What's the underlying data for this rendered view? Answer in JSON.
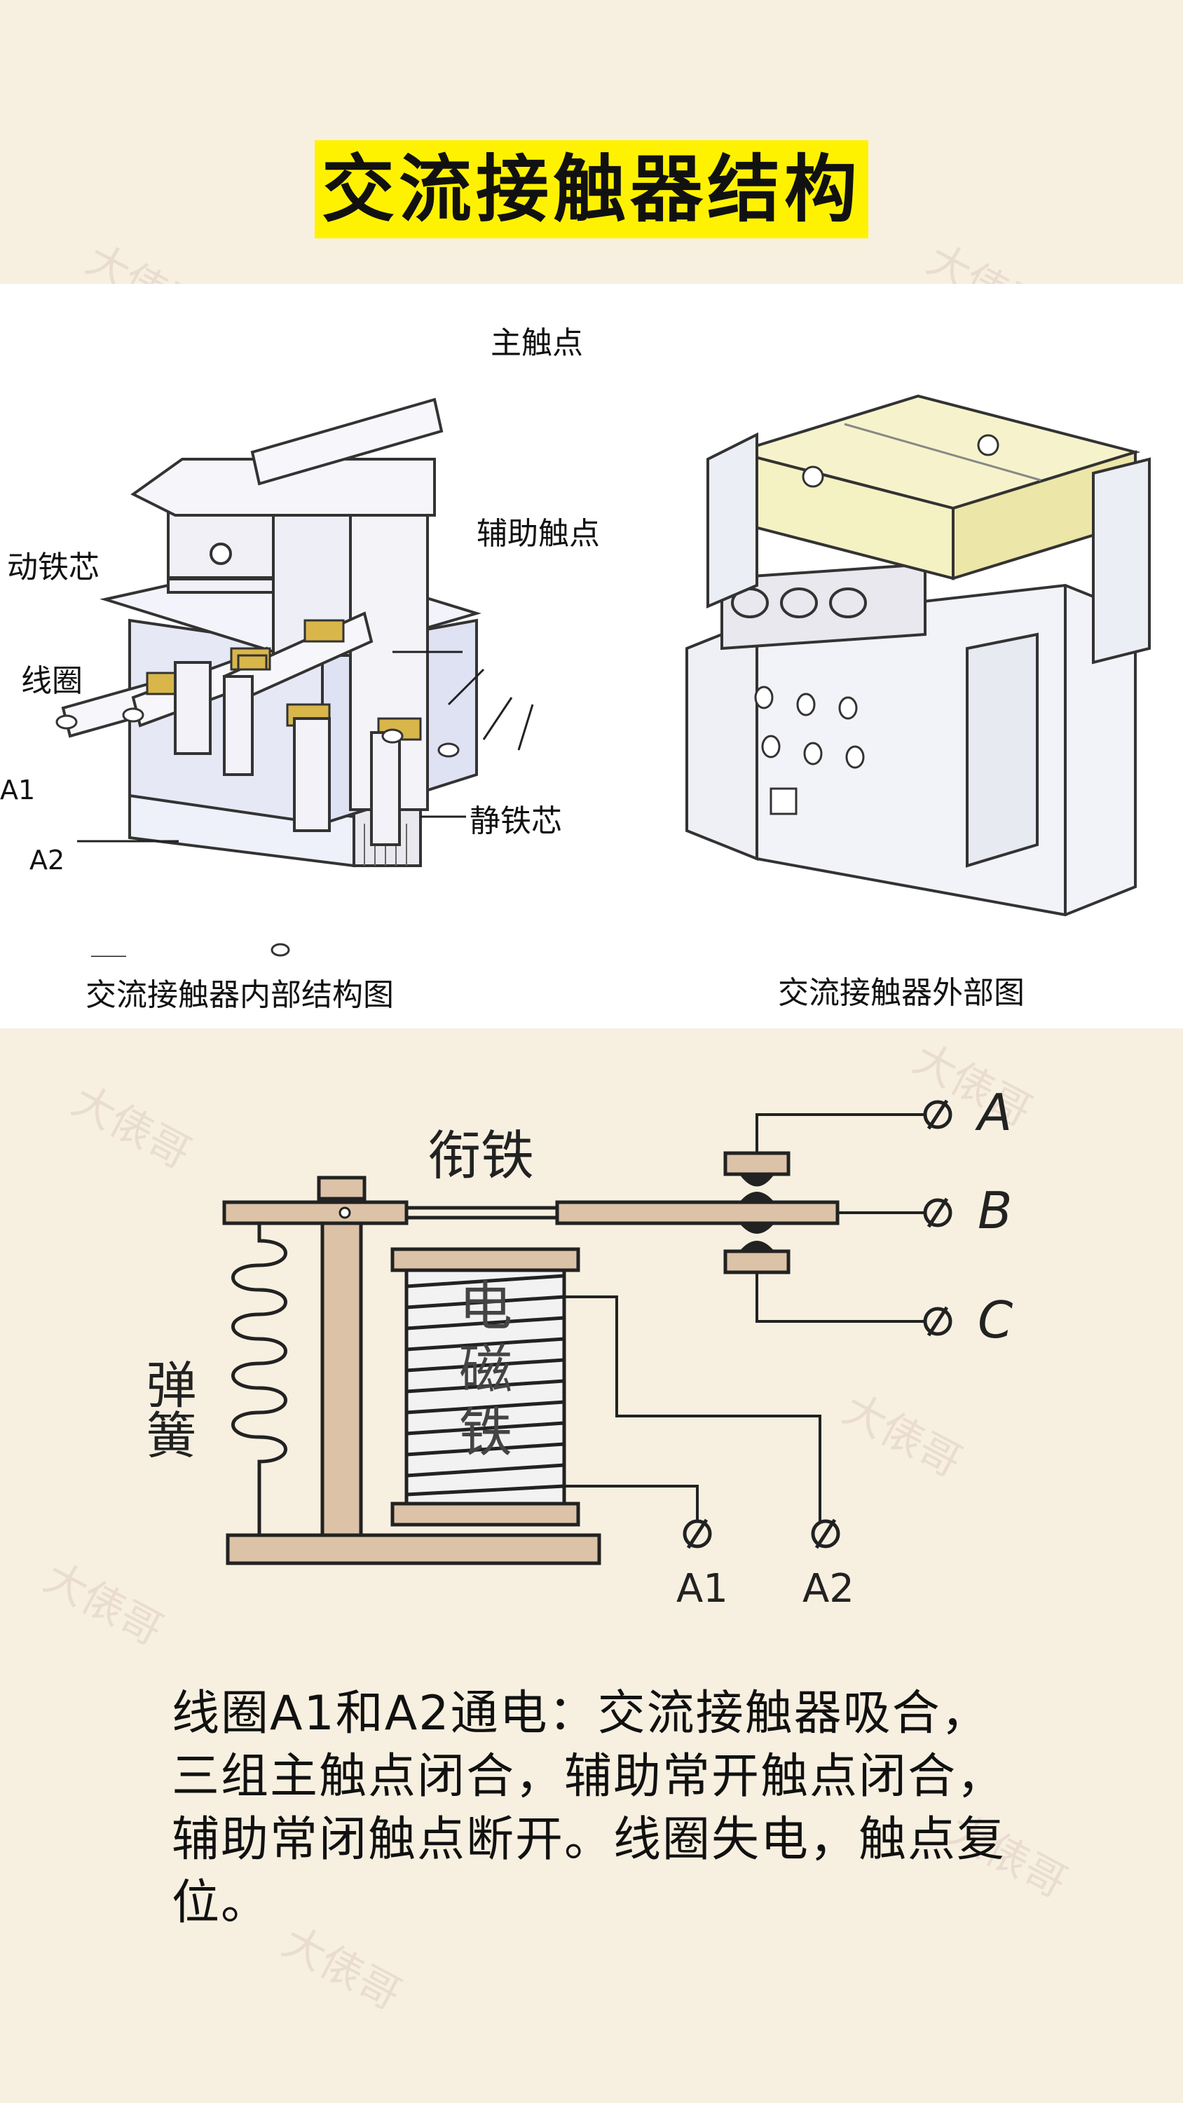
{
  "title": "交流接触器结构",
  "internal": {
    "caption": "交流接触器内部结构图",
    "labels": {
      "main_contact": "主触点",
      "aux_contact": "辅助触点",
      "moving_core": "动铁芯",
      "coil": "线圈",
      "static_core": "静铁芯",
      "a1": "A1",
      "a2": "A2"
    }
  },
  "external": {
    "caption": "交流接触器外部图"
  },
  "relay": {
    "armature": "衔铁",
    "spring": "弹簧",
    "electromagnet": [
      "电",
      "磁",
      "铁"
    ],
    "terminals": [
      "A",
      "B",
      "C"
    ],
    "coil_terminals": [
      "A1",
      "A2"
    ]
  },
  "description": "线圈A1和A2通电：交流接触器吸合，三组主触点闭合，辅助常开触点闭合，辅助常闭触点断开。线圈失电，触点复位。",
  "watermark": "大俵哥",
  "colors": {
    "title_bg": "#fff200",
    "page_bg": "#f7f0e0",
    "wood": "#dcc3a7",
    "yellow_cover": "#f4f1c3",
    "coil_blue": "#e6e8f6"
  }
}
